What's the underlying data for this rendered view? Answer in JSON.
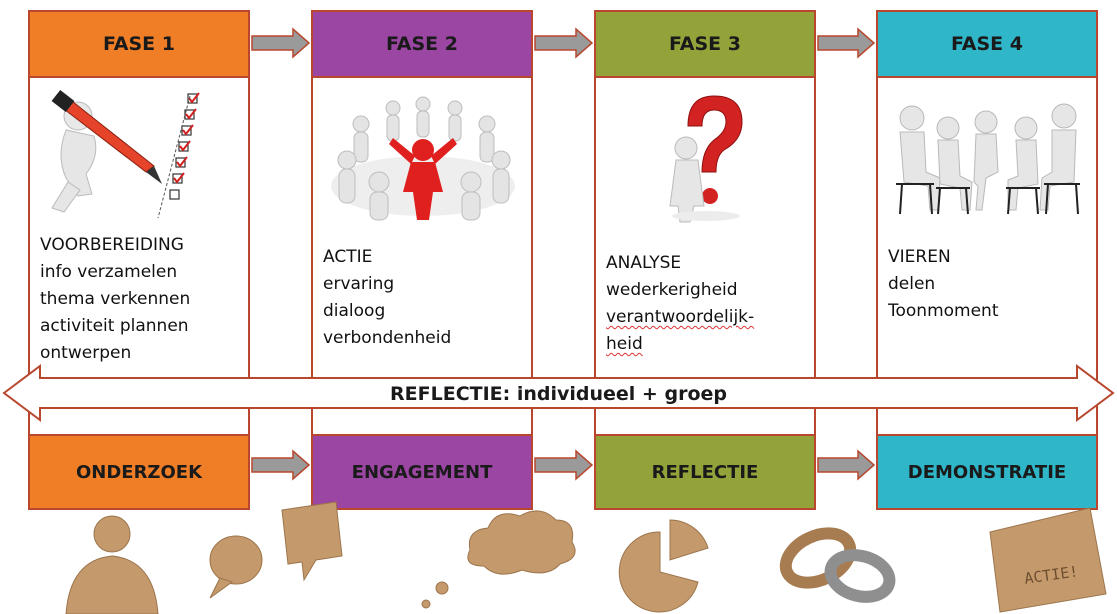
{
  "columns": [
    {
      "phase": "FASE 1",
      "color": "#f07e26",
      "lines": [
        "VOORBEREIDING",
        "info verzamelen",
        "thema verkennen",
        "activiteit plannen",
        "ontwerpen"
      ],
      "foot": "ONDERZOEK",
      "image_icon": "pen-checklist-figure-icon",
      "foot_icon": "person-silhouette-icon"
    },
    {
      "phase": "FASE 2",
      "color": "#9a46a2",
      "lines": [
        "ACTIE",
        "ervaring",
        "dialoog",
        "verbondenheid"
      ],
      "foot": "ENGAGEMENT",
      "image_icon": "circle-of-people-icon",
      "foot_icon": "speech-bubbles-icon"
    },
    {
      "phase": "FASE 3",
      "color": "#93a33a",
      "lines": [
        "ANALYSE",
        "wederkerigheid",
        "verantwoordelijk-",
        "heid"
      ],
      "foot": "REFLECTIE",
      "image_icon": "question-mark-figure-icon",
      "foot_icon": "pie-chart-icon"
    },
    {
      "phase": "FASE 4",
      "color": "#2fb6c8",
      "lines": [
        "VIEREN",
        "delen",
        "Toonmoment"
      ],
      "foot": "DEMONSTRATIE",
      "image_icon": "seated-group-icon",
      "foot_icon": "chain-link-icon"
    }
  ],
  "reflection_label": "REFLECTIE: individueel + groep",
  "sign_text": "ACTIE!",
  "border_color": "#b8472e",
  "arrow_color": "#9a9a9a"
}
